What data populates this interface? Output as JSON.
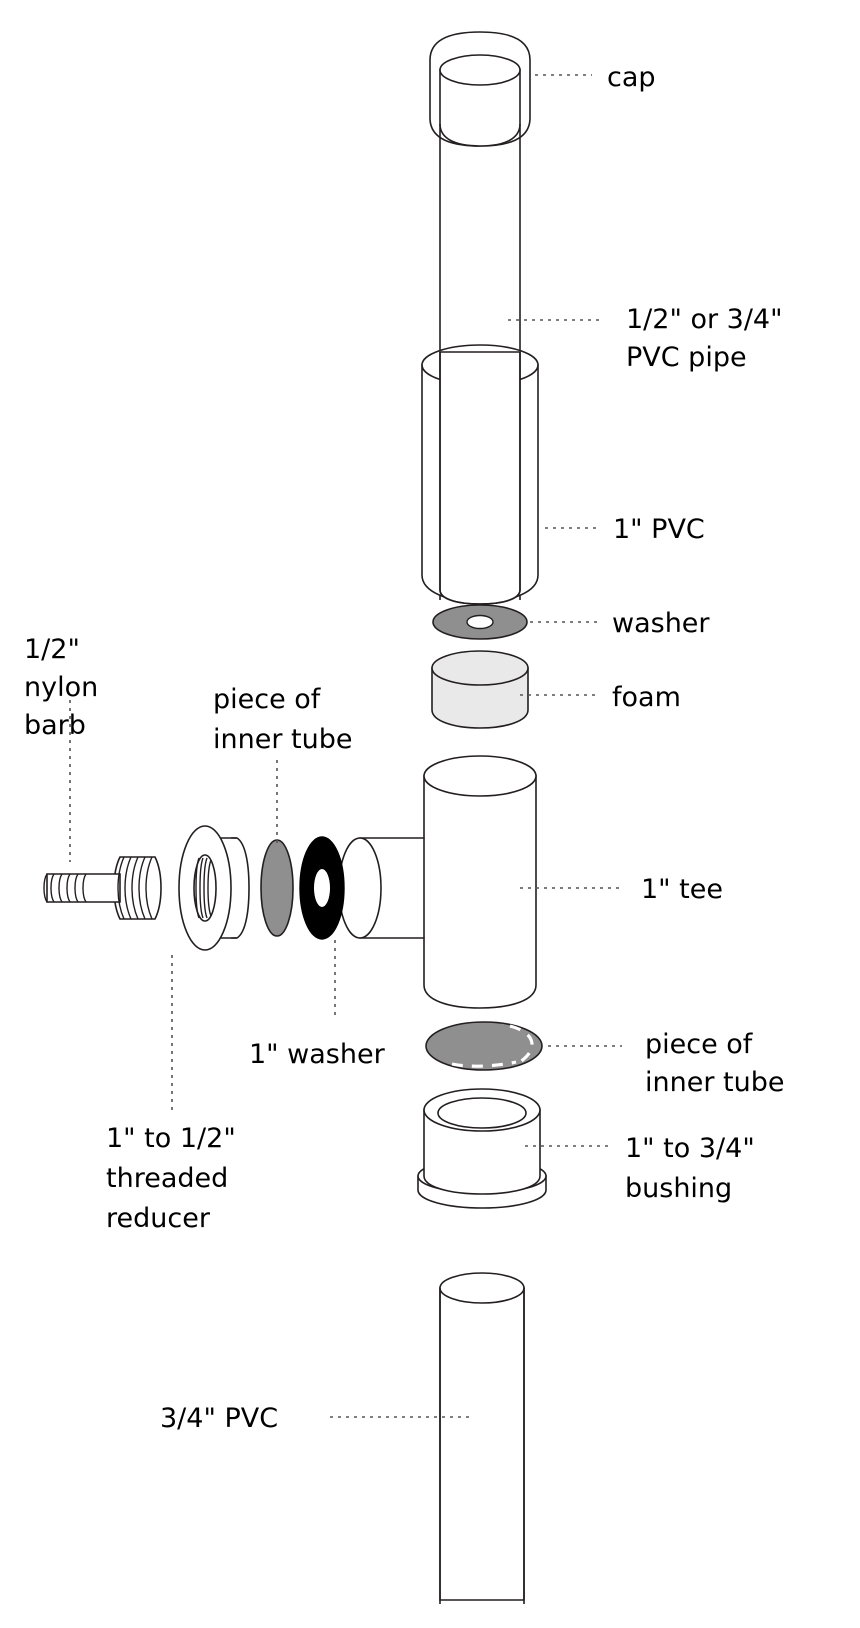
{
  "diagram": {
    "title": "Exploded view of PVC airlock / bubbler assembly",
    "background_color": "#ffffff",
    "line_color": "#231f20",
    "leader_color": "#555555"
  },
  "labels": {
    "cap": "cap",
    "pvc_pipe_line1": "1/2\" or 3/4\"",
    "pvc_pipe_line2": "PVC pipe",
    "one_inch_pvc": "1\" PVC",
    "washer": "washer",
    "foam": "foam",
    "nylon_barb_line1": "1/2\"",
    "nylon_barb_line2": "nylon",
    "nylon_barb_line3": "barb",
    "inner_tube_top_line1": "piece of",
    "inner_tube_top_line2": "inner tube",
    "one_inch_tee": "1\" tee",
    "one_inch_washer": "1\" washer",
    "inner_tube_bot_line1": "piece of",
    "inner_tube_bot_line2": "inner tube",
    "reducer_line1": "1\" to 1/2\"",
    "reducer_line2": "threaded",
    "reducer_line3": "reducer",
    "bushing_line1": "1\" to 3/4\"",
    "bushing_line2": "bushing",
    "three_quarter_pvc": "3/4\" PVC"
  },
  "parts": [
    {
      "id": "cap",
      "name": "cap",
      "label": "cap",
      "fill": "#ffffff"
    },
    {
      "id": "pvc-pipe",
      "name": "1/2\" or 3/4\" PVC pipe",
      "label": "1/2\" or 3/4\" PVC pipe",
      "fill": "#ffffff"
    },
    {
      "id": "one-inch-pvc",
      "name": "1\" PVC",
      "label": "1\" PVC",
      "fill": "#ffffff"
    },
    {
      "id": "washer",
      "name": "washer",
      "label": "washer",
      "fill": "#8f8f8f"
    },
    {
      "id": "foam",
      "name": "foam",
      "label": "foam",
      "fill": "#e9e9e9"
    },
    {
      "id": "nylon-barb",
      "name": "1/2\" nylon barb",
      "label": "1/2\" nylon barb",
      "fill": "#ffffff"
    },
    {
      "id": "reducer",
      "name": "1\" to 1/2\" threaded reducer",
      "label": "1\" to 1/2\" threaded reducer",
      "fill": "#ffffff"
    },
    {
      "id": "inner-tube-top",
      "name": "piece of inner tube",
      "label": "piece of inner tube",
      "fill": "#8f8f8f"
    },
    {
      "id": "one-inch-washer",
      "name": "1\" washer",
      "label": "1\" washer",
      "fill": "#000000"
    },
    {
      "id": "tee",
      "name": "1\" tee",
      "label": "1\" tee",
      "fill": "#ffffff"
    },
    {
      "id": "inner-tube-bot",
      "name": "piece of inner tube",
      "label": "piece of inner tube",
      "fill": "#8f8f8f"
    },
    {
      "id": "bushing",
      "name": "1\" to 3/4\" bushing",
      "label": "1\" to 3/4\" bushing",
      "fill": "#ffffff"
    },
    {
      "id": "three-quarter-pvc",
      "name": "3/4\" PVC",
      "label": "3/4\" PVC",
      "fill": "#ffffff"
    }
  ]
}
